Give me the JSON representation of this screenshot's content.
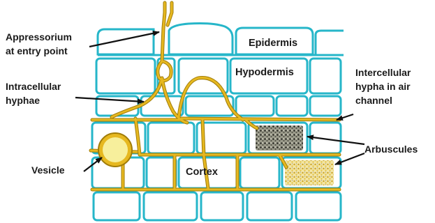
{
  "colors": {
    "cell_wall": "#26b6c9",
    "cell_fill": "#ffffff",
    "hypha": "#e6b820",
    "hypha_edge": "#a07c08",
    "vesicle_fill": "#f7ef9c",
    "arrow": "#111111"
  },
  "labels": {
    "appressorium_line1": "Appressorium",
    "appressorium_line2": "at entry point",
    "intracellular_line1": "Intracellular",
    "intracellular_line2": "hyphae",
    "vesicle": "Vesicle",
    "epidermis": "Epidermis",
    "hypodermis": "Hypodermis",
    "cortex": "Cortex",
    "intercellular_line1": "Intercellular",
    "intercellular_line2": "hypha in air",
    "intercellular_line3": "channel",
    "arbuscules": "Arbuscules"
  },
  "icons": [
    "arrow-icon"
  ]
}
